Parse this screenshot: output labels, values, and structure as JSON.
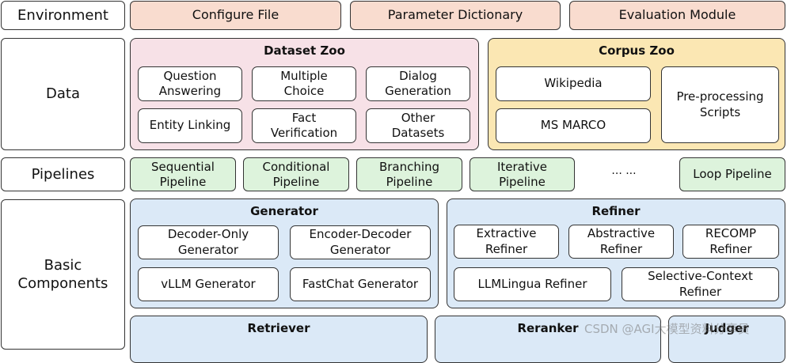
{
  "rows": {
    "environment": "Environment",
    "data": "Data",
    "pipelines": "Pipelines",
    "basic_components": "Basic\nComponents"
  },
  "environment": {
    "configure": "Configure File",
    "parameter": "Parameter Dictionary",
    "evaluation": "Evaluation Module"
  },
  "dataset_zoo": {
    "title": "Dataset Zoo",
    "items": [
      "Question\nAnswering",
      "Multiple\nChoice",
      "Dialog\nGeneration",
      "Entity Linking",
      "Fact\nVerification",
      "Other\nDatasets"
    ]
  },
  "corpus_zoo": {
    "title": "Corpus Zoo",
    "items": [
      "Wikipedia",
      "MS MARCO",
      "Pre-processing\nScripts"
    ]
  },
  "pipelines": {
    "items": [
      "Sequential\nPipeline",
      "Conditional\nPipeline",
      "Branching\nPipeline",
      "Iterative\nPipeline",
      "Loop Pipeline"
    ],
    "ellipsis": "... ..."
  },
  "generator": {
    "title": "Generator",
    "items": [
      "Decoder-Only\nGenerator",
      "Encoder-Decoder\nGenerator",
      "vLLM Generator",
      "FastChat Generator"
    ]
  },
  "refiner": {
    "title": "Refiner",
    "items": [
      "Extractive\nRefiner",
      "Abstractive\nRefiner",
      "RECOMP\nRefiner",
      "LLMLingua Refiner",
      "Selective-Context\nRefiner"
    ]
  },
  "bottom": {
    "retriever": "Retriever",
    "reranker": "Reranker",
    "judger": "Judger"
  },
  "watermark": "CSDN @AGI大模型资料分享员",
  "colors": {
    "environment": "#f9dccf",
    "dataset_zoo": "#f7e1e7",
    "corpus_zoo": "#fbe7b3",
    "pipelines": "#ddf3dc",
    "components": "#dbe9f7"
  }
}
